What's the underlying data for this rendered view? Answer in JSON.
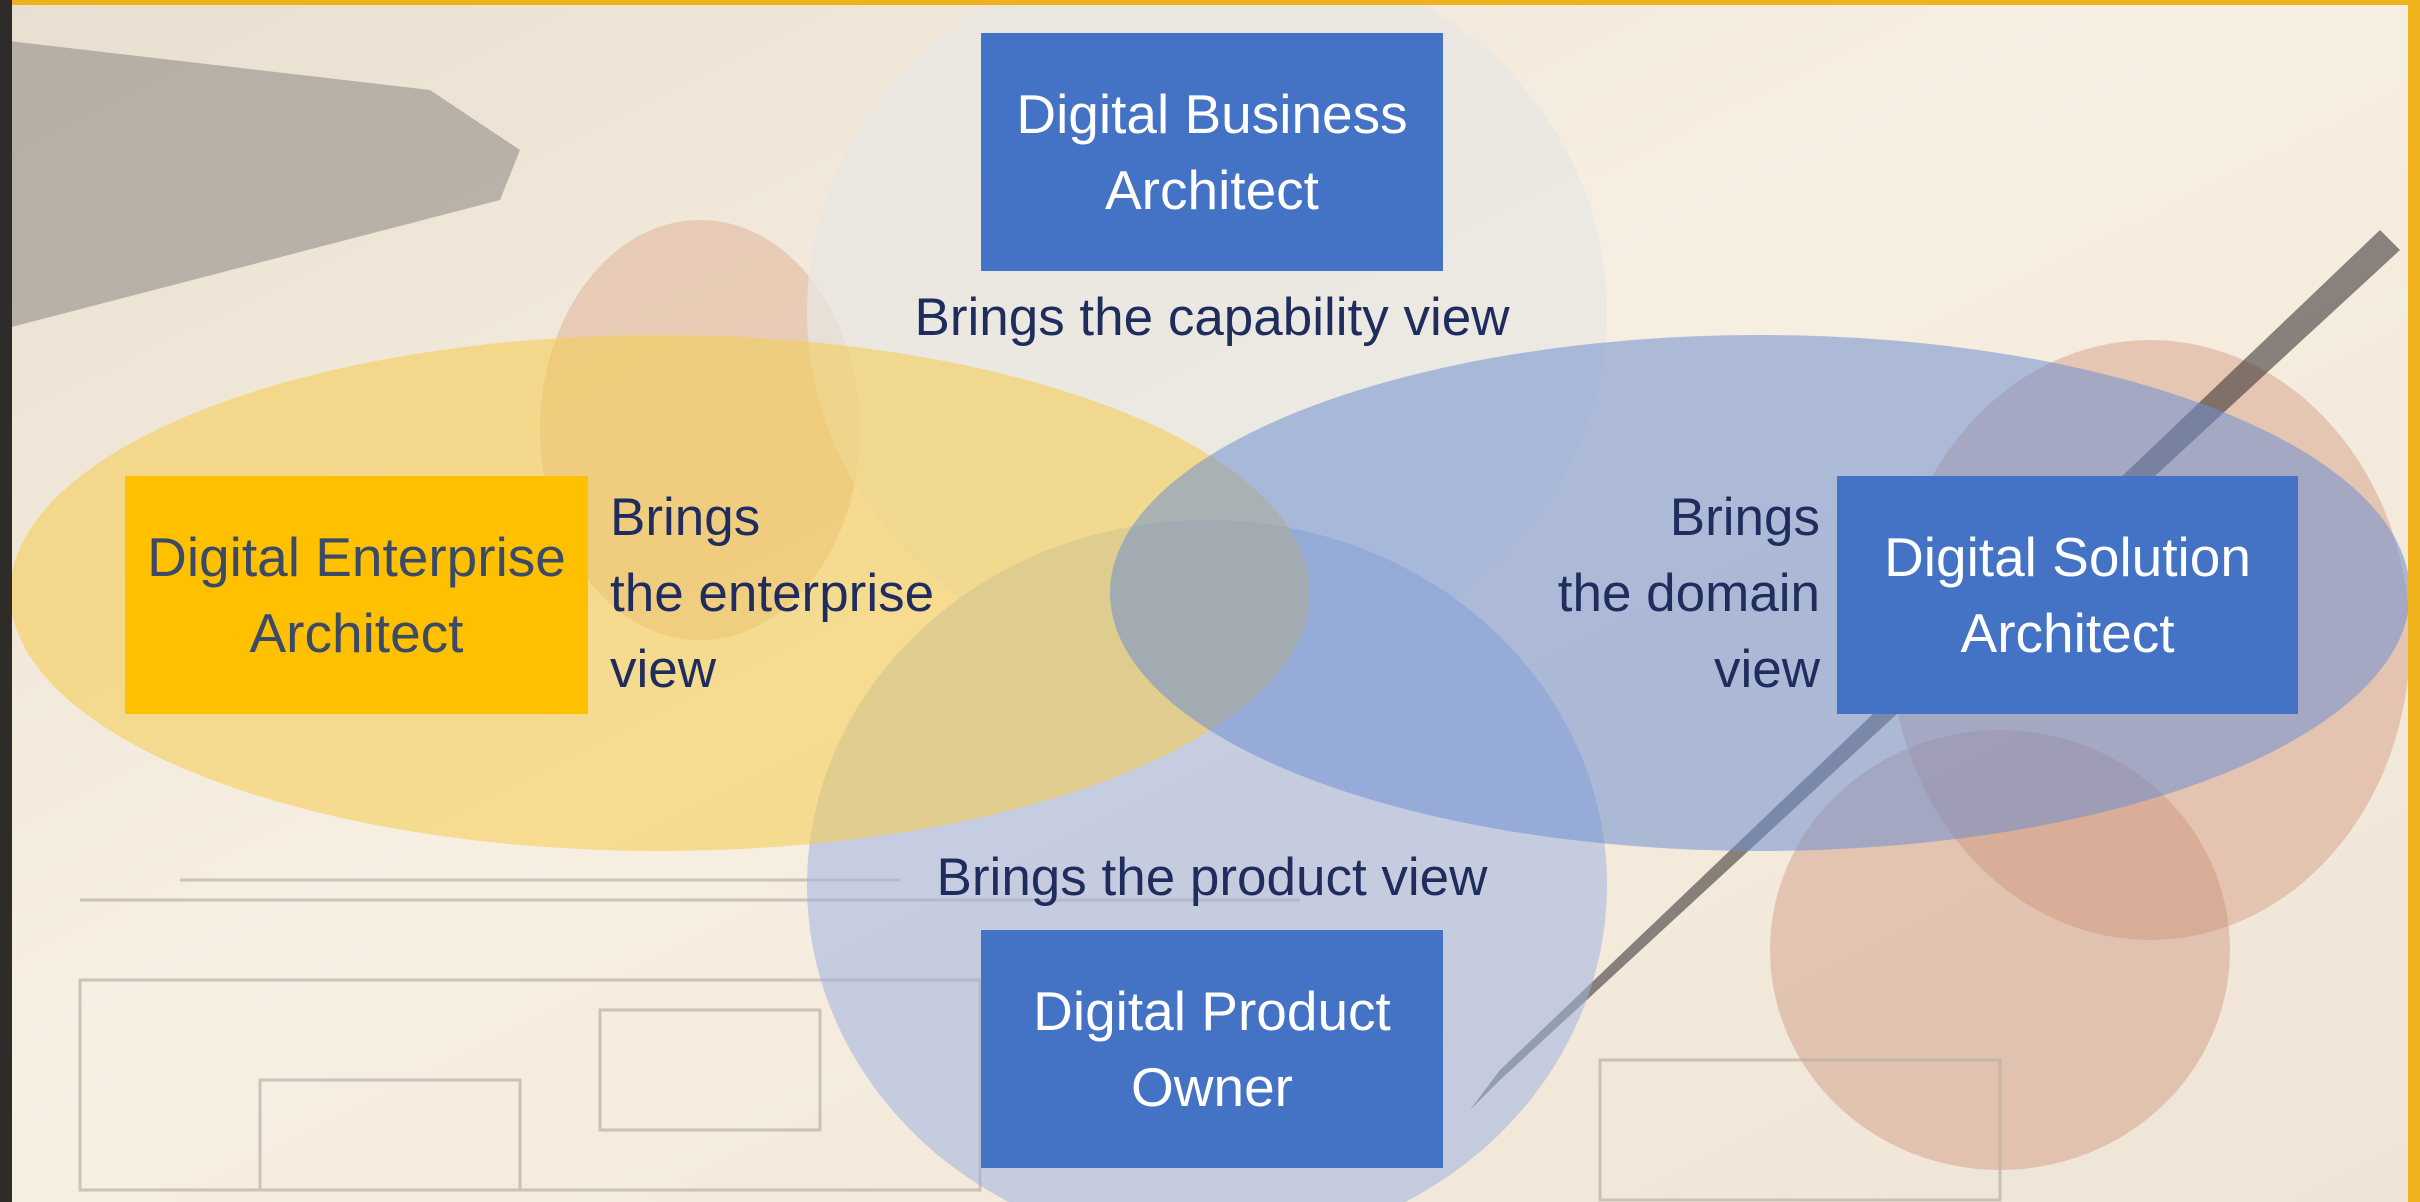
{
  "colors": {
    "accent_gold": "#ffc000",
    "role_blue": "#4472c4",
    "ellipse_yellow": "#f5cd55",
    "ellipse_blue": "#6f8fd0",
    "ellipse_grey": "#e8e6e2",
    "text_navy": "#1f2d5e"
  },
  "roles": {
    "business": {
      "label": "Digital Business\nArchitect",
      "view": "Brings the capability view"
    },
    "enterprise": {
      "label": "Digital Enterprise\nArchitect",
      "view": "Brings\nthe enterprise\nview"
    },
    "solution": {
      "label": "Digital Solution\nArchitect",
      "view": "Brings\nthe domain\nview"
    },
    "product": {
      "label": "Digital Product\nOwner",
      "view": "Brings the product view"
    }
  }
}
